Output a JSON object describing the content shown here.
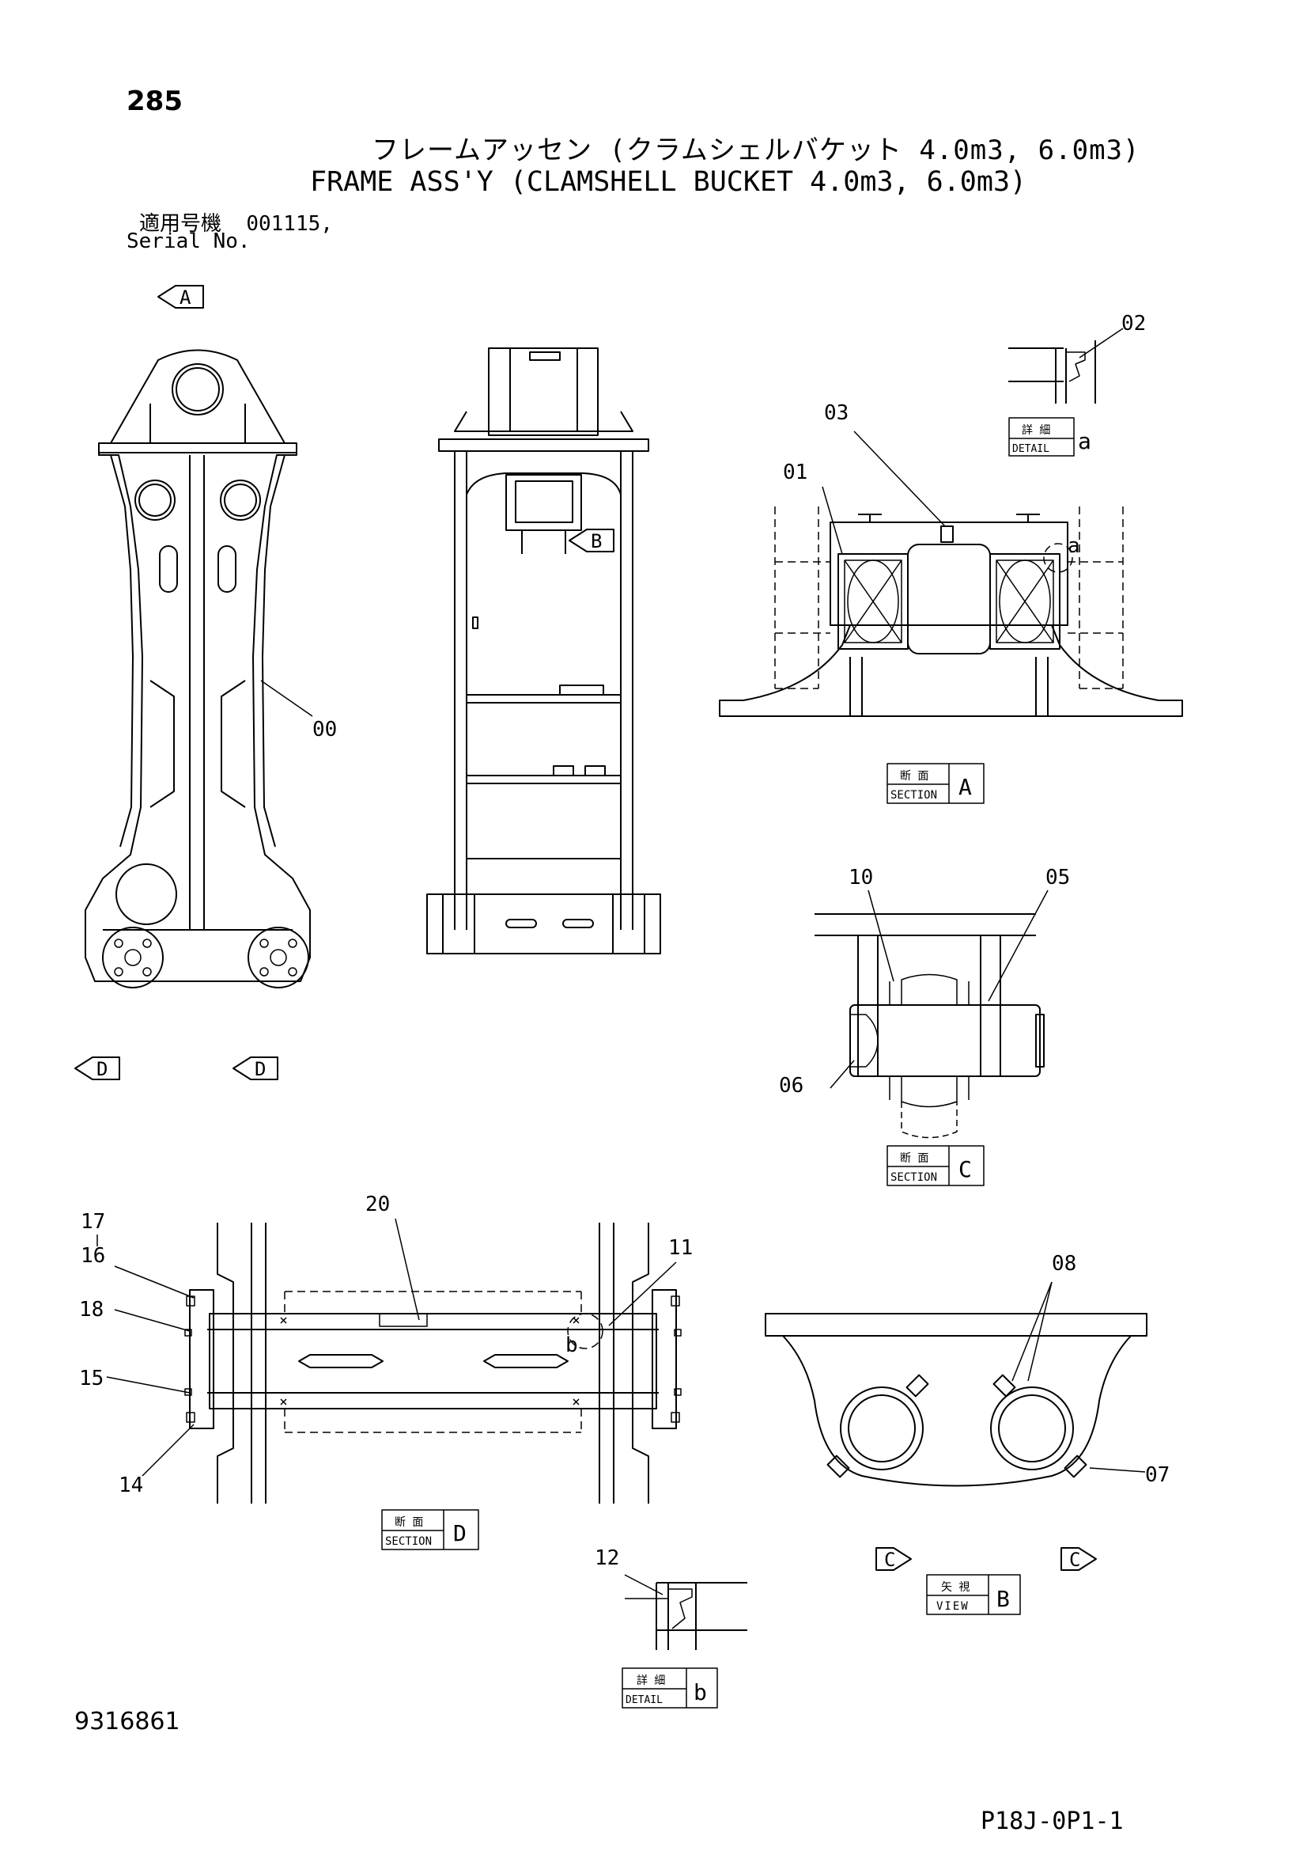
{
  "header": {
    "page_number": "285",
    "title_jp": "フレームアッセン (クラムシェルバケット 4.0m3, 6.0m3)",
    "title_en": "FRAME ASS'Y (CLAMSHELL BUCKET 4.0m3, 6.0m3)",
    "serial_label_jp": "適用号機",
    "serial_value": "001115,",
    "serial_label_en": "Serial No."
  },
  "footer": {
    "drawing_number": "9316861",
    "sheet_code": "P18J-0P1-1"
  },
  "view_arrows": {
    "a": "A",
    "b": "B",
    "c": "C",
    "d": "D"
  },
  "view_labels": {
    "detail_a": {
      "jp": "詳 細",
      "en": "DETAIL",
      "letter": "a"
    },
    "section_a": {
      "jp": "断 面",
      "en": "SECTION",
      "letter": "A"
    },
    "section_c": {
      "jp": "断 面",
      "en": "SECTION",
      "letter": "C"
    },
    "section_d": {
      "jp": "断 面",
      "en": "SECTION",
      "letter": "D"
    },
    "view_b": {
      "jp": "矢 視",
      "en": "VIEW",
      "letter": "B"
    },
    "detail_b": {
      "jp": "詳 細",
      "en": "DETAIL",
      "letter": "b"
    }
  },
  "detail_markers": {
    "a": "a",
    "b": "b"
  },
  "part_callouts": {
    "p00": "00",
    "p01": "01",
    "p02": "02",
    "p03": "03",
    "p05": "05",
    "p06": "06",
    "p07": "07",
    "p08": "08",
    "p10": "10",
    "p11": "11",
    "p12": "12",
    "p14": "14",
    "p15": "15",
    "p16": "16",
    "p17": "17",
    "p18": "18",
    "p20": "20"
  }
}
